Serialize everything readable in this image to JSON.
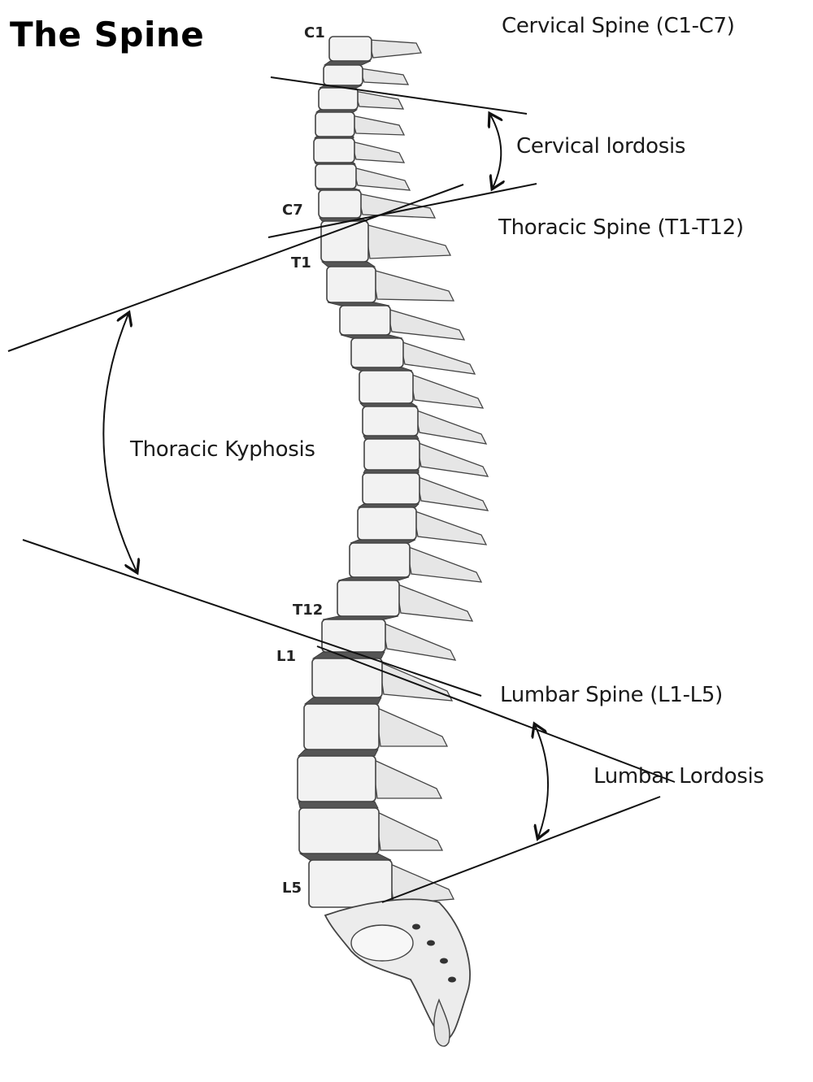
{
  "title": "The Spine",
  "regions": {
    "cervical": "Cervical Spine (C1-C7)",
    "thoracic": "Thoracic Spine (T1-T12)",
    "lumbar": "Lumbar Spine (L1-L5)"
  },
  "curves": {
    "cervical": "Cervical lordosis",
    "thoracic": "Thoracic Kyphosis",
    "lumbar": "Lumbar Lordosis"
  },
  "vertebrae": {
    "c1": "C1",
    "c7": "C7",
    "t1": "T1",
    "t12": "T12",
    "l1": "L1",
    "l5": "L5"
  },
  "colors": {
    "line": "#111111",
    "bone_fill": "#f2f2f2",
    "bone_stroke": "#444444",
    "disc_fill": "#555555"
  }
}
